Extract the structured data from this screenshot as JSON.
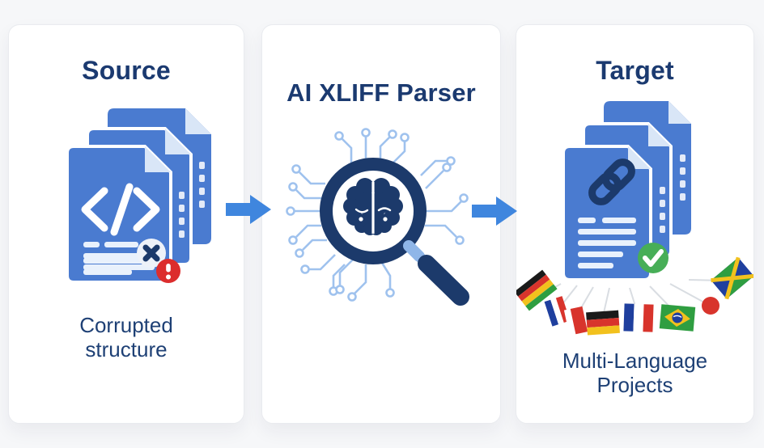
{
  "panels": {
    "source": {
      "title": "Source",
      "caption": "Corrupted structure"
    },
    "parser": {
      "title": "AI XLIFF Parser"
    },
    "target": {
      "title": "Target",
      "caption": "Multi-Language Projects"
    }
  },
  "icons": {
    "source_documents": "document-stack-code-icon",
    "source_code_glyph": "code-tag-icon",
    "error_badge": "error-x-icon",
    "alert_badge": "alert-exclamation-icon",
    "parser": "magnifier-brain-icon",
    "circuit": "circuit-traces-icon",
    "flow_arrows": "flow-arrow-icon",
    "target_documents": "document-stack-link-icon",
    "link_glyph": "link-chain-icon",
    "success_badge": "success-check-icon",
    "flags": [
      "flag-striped",
      "flag-france-small",
      "flag-red-white",
      "flag-germany",
      "flag-france",
      "flag-brazil",
      "flag-japan",
      "flag-jamaica"
    ]
  },
  "colors": {
    "bg": "#f6f7f9",
    "panel": "#ffffff",
    "panel_border": "#e9ebef",
    "navy": "#1c3a6b",
    "title": "#1b3a70",
    "caption": "#1e4075",
    "doc_blue": "#4a7bd0",
    "doc_fold": "#d9e6f7",
    "doc_line": "#e9f1fc",
    "arrow": "#3f86de",
    "circuit": "#9fc2ee",
    "handle_joint": "#8fb6e8",
    "error_red": "#dc2d2d",
    "success_green": "#47ae57",
    "flag_red": "#d8342c",
    "flag_blue": "#1f3f9e",
    "flag_gold": "#f2c11d",
    "flag_green": "#2f9e41",
    "flag_black": "#1a1a1a",
    "fan_line": "#d9dde2"
  }
}
